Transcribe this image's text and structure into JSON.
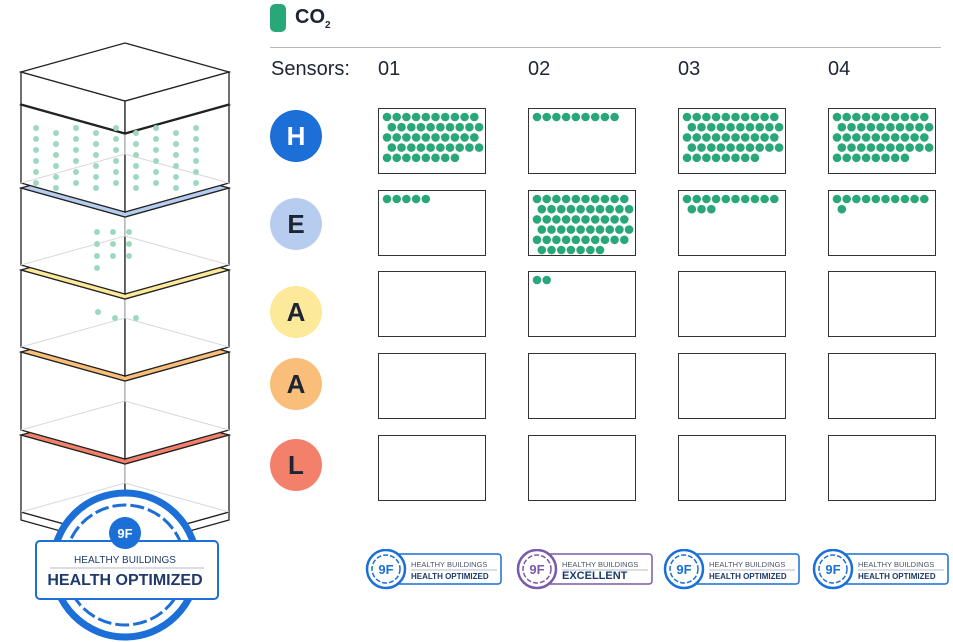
{
  "metric": {
    "name": "CO",
    "subscript": "2",
    "color": "#28a878"
  },
  "sensors_label": "Sensors:",
  "sensors": [
    "01",
    "02",
    "03",
    "04"
  ],
  "levels": [
    {
      "letter": "H",
      "bg": "#1b6fd6",
      "fg": "#ffffff",
      "layer_color": "#1b6fd6"
    },
    {
      "letter": "E",
      "bg": "#b7cdef",
      "fg": "#1d2433",
      "layer_color": "#b7cdef"
    },
    {
      "letter": "A",
      "bg": "#fde99a",
      "fg": "#1d2433",
      "layer_color": "#fde99a"
    },
    {
      "letter": "A",
      "bg": "#f9bf7a",
      "fg": "#1d2433",
      "layer_color": "#f9bf7a"
    },
    {
      "letter": "L",
      "bg": "#f2806a",
      "fg": "#1d2433",
      "layer_color": "#f2806a"
    }
  ],
  "dot_counts": [
    [
      48,
      9,
      48,
      48
    ],
    [
      5,
      57,
      13,
      11
    ],
    [
      0,
      2,
      0,
      0
    ],
    [
      0,
      0,
      0,
      0
    ],
    [
      0,
      0,
      0,
      0
    ]
  ],
  "badges": [
    {
      "line1": "HEALTHY BUILDINGS",
      "line2": "HEALTH OPTIMIZED",
      "ring_color": "#1b6fd6",
      "brand": "9F"
    },
    {
      "line1": "HEALTHY BUILDINGS",
      "line2": "EXCELLENT",
      "ring_color": "#7a5aa8",
      "brand": "9F"
    },
    {
      "line1": "HEALTHY BUILDINGS",
      "line2": "HEALTH OPTIMIZED",
      "ring_color": "#1b6fd6",
      "brand": "9F"
    },
    {
      "line1": "HEALTHY BUILDINGS",
      "line2": "HEALTH OPTIMIZED",
      "ring_color": "#1b6fd6",
      "brand": "9F"
    }
  ],
  "main_badge": {
    "brand": "9F",
    "line1": "HEALTHY BUILDINGS",
    "line2": "HEALTH OPTIMIZED",
    "ring_color": "#1b6fd6"
  }
}
